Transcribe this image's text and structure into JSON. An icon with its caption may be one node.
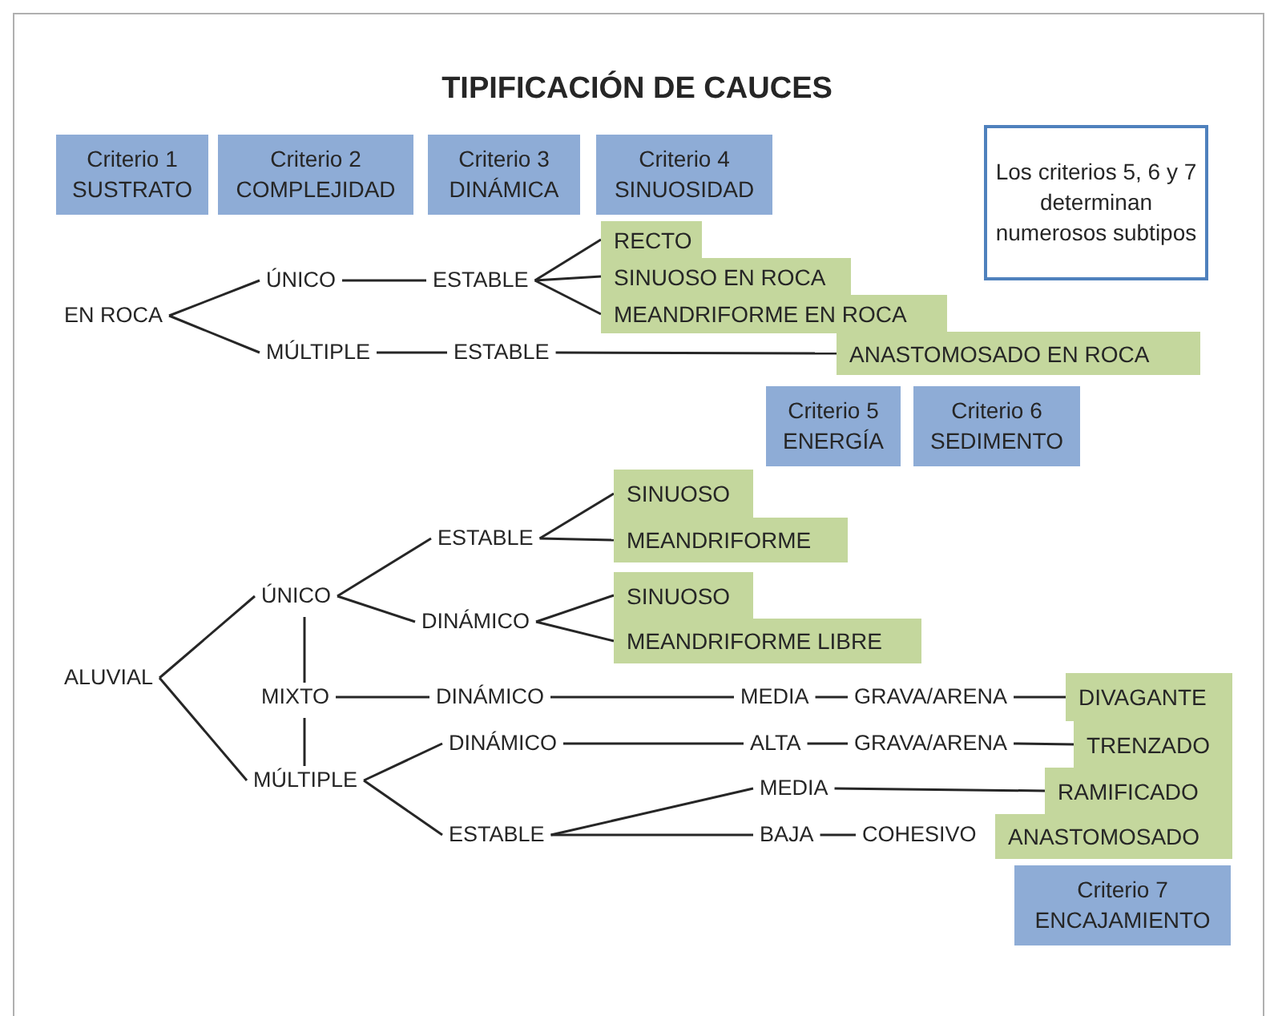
{
  "diagram": {
    "title": "TIPIFICACIÓN DE CAUCES",
    "nodes": [
      {
        "text": [
          "Criterio 1 SUSTRATO"
        ]
      },
      {
        "text": [
          "Criterio 2 COMPLEJIDAD"
        ]
      },
      {
        "text": [
          "Criterio 3 DINÁMICA"
        ]
      },
      {
        "text": [
          "Criterio 4 SINUOSIDAD"
        ]
      },
      {
        "text": [
          "Los criterios 5, 6 y 7 determinan numerosos subtipos"
        ]
      },
      {
        "text": [
          "EN ROCA"
        ]
      },
      {
        "text": [
          "ÚNICO"
        ]
      },
      {
        "text": [
          "ESTABLE"
        ]
      },
      {
        "text": [
          "RECTO"
        ]
      },
      {
        "text": [
          "SINUOSO EN ROCA"
        ]
      },
      {
        "text": [
          "MEANDRIFORME EN ROCA"
        ]
      },
      {
        "text": [
          "MÚLTIPLE"
        ]
      },
      {
        "text": [
          "ESTABLE"
        ]
      },
      {
        "text": [
          "ANASTOMOSADO EN ROCA"
        ]
      },
      {
        "text": [
          "Criterio 5 ENERGÍA"
        ]
      },
      {
        "text": [
          "Criterio 6 SEDIMENTO"
        ]
      },
      {
        "text": [
          "ALUVIAL"
        ]
      },
      {
        "text": [
          "ÚNICO"
        ]
      },
      {
        "text": [
          "ESTABLE"
        ]
      },
      {
        "text": [
          "SINUOSO"
        ]
      },
      {
        "text": [
          "MEANDRIFORME"
        ]
      },
      {
        "text": [
          "DINÁMICO"
        ]
      },
      {
        "text": [
          "SINUOSO"
        ]
      },
      {
        "text": [
          "MEANDRIFORME LIBRE"
        ]
      },
      {
        "text": [
          "MIXTO"
        ]
      },
      {
        "text": [
          "DINÁMICO"
        ]
      },
      {
        "text": [
          "MEDIA"
        ]
      },
      {
        "text": [
          "GRAVA/ARENA"
        ]
      },
      {
        "text": [
          "DIVAGANTE"
        ]
      },
      {
        "text": [
          "MÚLTIPLE"
        ]
      },
      {
        "text": [
          "DINÁMICO"
        ]
      },
      {
        "text": [
          "ALTA"
        ]
      },
      {
        "text": [
          "GRAVA/ARENA"
        ]
      },
      {
        "text": [
          "TRENZADO"
        ]
      },
      {
        "text": [
          "ESTABLE"
        ]
      },
      {
        "text": [
          "MEDIA"
        ]
      },
      {
        "text": [
          "RAMIFICADO"
        ]
      },
      {
        "text": [
          "BAJA"
        ]
      },
      {
        "text": [
          "COHESIVO"
        ]
      },
      {
        "text": [
          "ANASTOMOSADO"
        ]
      },
      {
        "text": [
          "Criterio 7 ENCAJAMIENTO"
        ]
      }
    ],
    "edges": [
      {
        "from": 5,
        "to": 6,
        "arrow": "none"
      },
      {
        "from": 5,
        "to": 11,
        "arrow": "none"
      },
      {
        "from": 6,
        "to": 7,
        "arrow": "none"
      },
      {
        "from": 7,
        "to": 8,
        "arrow": "none"
      },
      {
        "from": 7,
        "to": 9,
        "arrow": "none"
      },
      {
        "from": 7,
        "to": 10,
        "arrow": "none"
      },
      {
        "from": 11,
        "to": 12,
        "arrow": "none"
      },
      {
        "from": 12,
        "to": 13,
        "arrow": "none"
      },
      {
        "from": 16,
        "to": 17,
        "arrow": "none"
      },
      {
        "from": 16,
        "to": 29,
        "arrow": "none"
      },
      {
        "from": 17,
        "to": 18,
        "arrow": "none"
      },
      {
        "from": 17,
        "to": 21,
        "arrow": "none"
      },
      {
        "from": 18,
        "to": 19,
        "arrow": "none"
      },
      {
        "from": 18,
        "to": 20,
        "arrow": "none"
      },
      {
        "from": 21,
        "to": 22,
        "arrow": "none"
      },
      {
        "from": 21,
        "to": 23,
        "arrow": "none"
      },
      {
        "from": 17,
        "to": 24,
        "arrow": "none"
      },
      {
        "from": 24,
        "to": 29,
        "arrow": "none"
      },
      {
        "from": 24,
        "to": 25,
        "arrow": "none"
      },
      {
        "from": 25,
        "to": 26,
        "arrow": "none"
      },
      {
        "from": 26,
        "to": 27,
        "arrow": "none"
      },
      {
        "from": 27,
        "to": 28,
        "arrow": "none"
      },
      {
        "from": 29,
        "to": 30,
        "arrow": "none"
      },
      {
        "from": 29,
        "to": 34,
        "arrow": "none"
      },
      {
        "from": 30,
        "to": 31,
        "arrow": "none"
      },
      {
        "from": 31,
        "to": 32,
        "arrow": "none"
      },
      {
        "from": 32,
        "to": 33,
        "arrow": "none"
      },
      {
        "from": 34,
        "to": 35,
        "arrow": "none"
      },
      {
        "from": 34,
        "to": 37,
        "arrow": "none"
      },
      {
        "from": 35,
        "to": 36,
        "arrow": "none"
      },
      {
        "from": 37,
        "to": 38,
        "arrow": "none"
      }
    ]
  }
}
